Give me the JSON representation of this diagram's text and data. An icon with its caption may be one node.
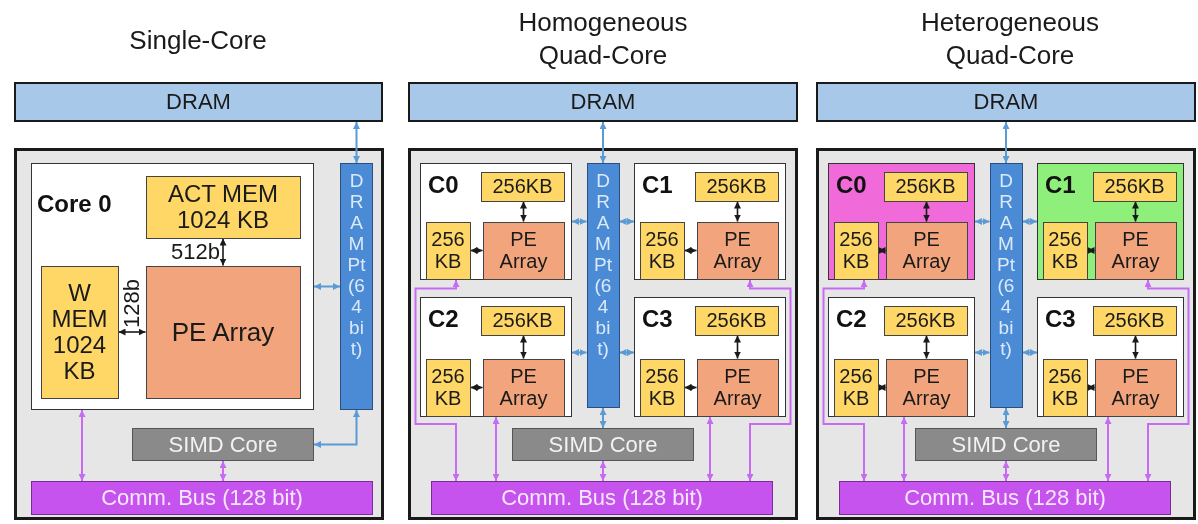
{
  "diagram": {
    "nodes": [
      {
        "text": [
          "DRAM"
        ]
      },
      {
        "text": [],
        "shape": "box"
      },
      {
        "text": [
          "Core 0"
        ],
        "in": 1
      },
      {
        "text": [
          "ACT MEM 1024 KB"
        ],
        "in": 2
      },
      {
        "text": [
          "W MEM 1024 KB"
        ],
        "in": 2
      },
      {
        "text": [
          "PE Array"
        ],
        "in": 2
      },
      {
        "text": [
          "DRAM Pt (64 bit)"
        ],
        "in": 1
      },
      {
        "text": [
          "SIMD Core"
        ],
        "in": 1
      },
      {
        "text": [
          "Comm. Bus (128 bit)"
        ],
        "in": 1
      },
      {
        "text": [
          "DRAM"
        ]
      },
      {
        "text": [],
        "shape": "box"
      },
      {
        "text": [
          "DRAM Pt (64 bit)"
        ],
        "in": 10
      },
      {
        "text": [
          "C0"
        ],
        "in": 10
      },
      {
        "text": [
          "256KB"
        ],
        "in": 12
      },
      {
        "text": [
          "256 KB"
        ],
        "in": 12
      },
      {
        "text": [
          "PE Array"
        ],
        "in": 12
      },
      {
        "text": [
          "C1"
        ],
        "in": 10
      },
      {
        "text": [
          "256KB"
        ],
        "in": 16
      },
      {
        "text": [
          "256 KB"
        ],
        "in": 16
      },
      {
        "text": [
          "PE Array"
        ],
        "in": 16
      },
      {
        "text": [
          "C2"
        ],
        "in": 10
      },
      {
        "text": [
          "256KB"
        ],
        "in": 20
      },
      {
        "text": [
          "256 KB"
        ],
        "in": 20
      },
      {
        "text": [
          "PE Array"
        ],
        "in": 20
      },
      {
        "text": [
          "C3"
        ],
        "in": 10
      },
      {
        "text": [
          "256KB"
        ],
        "in": 24
      },
      {
        "text": [
          "256 KB"
        ],
        "in": 24
      },
      {
        "text": [
          "PE Array"
        ],
        "in": 24
      },
      {
        "text": [
          "SIMD Core"
        ],
        "in": 10
      },
      {
        "text": [
          "Comm. Bus (128 bit)"
        ],
        "in": 10
      },
      {
        "text": [
          "DRAM"
        ]
      },
      {
        "text": [],
        "shape": "box"
      },
      {
        "text": [
          "DRAM Pt (64 bit)"
        ],
        "in": 31
      },
      {
        "text": [
          "C0"
        ],
        "in": 31
      },
      {
        "text": [
          "256KB"
        ],
        "in": 33
      },
      {
        "text": [
          "256 KB"
        ],
        "in": 33
      },
      {
        "text": [
          "PE Array"
        ],
        "in": 33
      },
      {
        "text": [
          "C1"
        ],
        "in": 31
      },
      {
        "text": [
          "256KB"
        ],
        "in": 37
      },
      {
        "text": [
          "256 KB"
        ],
        "in": 37
      },
      {
        "text": [
          "PE Array"
        ],
        "in": 37
      },
      {
        "text": [
          "C2"
        ],
        "in": 31
      },
      {
        "text": [
          "256KB"
        ],
        "in": 41
      },
      {
        "text": [
          "256 KB"
        ],
        "in": 41
      },
      {
        "text": [
          "PE Array"
        ],
        "in": 41
      },
      {
        "text": [
          "C3"
        ],
        "in": 31
      },
      {
        "text": [
          "256KB"
        ],
        "in": 45
      },
      {
        "text": [
          "256 KB"
        ],
        "in": 45
      },
      {
        "text": [
          "PE Array"
        ],
        "in": 45
      },
      {
        "text": [
          "SIMD Core"
        ],
        "in": 31
      },
      {
        "text": [
          "Comm. Bus (128 bit)"
        ],
        "in": 31
      }
    ],
    "edges": [
      {
        "from": 0,
        "to": 6,
        "arrow": "both",
        "color": "#5b9bd5"
      },
      {
        "from": 3,
        "to": 5,
        "arrow": "both",
        "label": "512b"
      },
      {
        "from": 4,
        "to": 5,
        "arrow": "both",
        "label": "128b"
      },
      {
        "from": 2,
        "to": 6,
        "arrow": "both",
        "color": "#5b9bd5"
      },
      {
        "from": 6,
        "to": 7,
        "arrow": "both",
        "color": "#5b9bd5"
      },
      {
        "from": 2,
        "to": 8,
        "arrow": "both",
        "color": "#c76bf5"
      },
      {
        "from": 7,
        "to": 8,
        "arrow": "both",
        "color": "#c76bf5"
      },
      {
        "from": 9,
        "to": 11,
        "arrow": "both",
        "color": "#5b9bd5"
      },
      {
        "from": 13,
        "to": 15,
        "arrow": "both"
      },
      {
        "from": 14,
        "to": 15,
        "arrow": "both"
      },
      {
        "from": 17,
        "to": 19,
        "arrow": "both"
      },
      {
        "from": 18,
        "to": 19,
        "arrow": "both"
      },
      {
        "from": 21,
        "to": 23,
        "arrow": "both"
      },
      {
        "from": 22,
        "to": 23,
        "arrow": "both"
      },
      {
        "from": 25,
        "to": 27,
        "arrow": "both"
      },
      {
        "from": 26,
        "to": 27,
        "arrow": "both"
      },
      {
        "from": 12,
        "to": 11,
        "arrow": "both",
        "color": "#5b9bd5"
      },
      {
        "from": 16,
        "to": 11,
        "arrow": "both",
        "color": "#5b9bd5"
      },
      {
        "from": 20,
        "to": 11,
        "arrow": "both",
        "color": "#5b9bd5"
      },
      {
        "from": 24,
        "to": 11,
        "arrow": "both",
        "color": "#5b9bd5"
      },
      {
        "from": 11,
        "to": 28,
        "arrow": "both",
        "color": "#5b9bd5"
      },
      {
        "from": 12,
        "to": 29,
        "arrow": "both",
        "color": "#c76bf5"
      },
      {
        "from": 16,
        "to": 29,
        "arrow": "both",
        "color": "#c76bf5"
      },
      {
        "from": 20,
        "to": 29,
        "arrow": "both",
        "color": "#c76bf5"
      },
      {
        "from": 24,
        "to": 29,
        "arrow": "both",
        "color": "#c76bf5"
      },
      {
        "from": 28,
        "to": 29,
        "arrow": "both",
        "color": "#c76bf5"
      },
      {
        "from": 30,
        "to": 32,
        "arrow": "both",
        "color": "#5b9bd5"
      },
      {
        "from": 34,
        "to": 36,
        "arrow": "both"
      },
      {
        "from": 35,
        "to": 36,
        "arrow": "both"
      },
      {
        "from": 38,
        "to": 40,
        "arrow": "both"
      },
      {
        "from": 39,
        "to": 40,
        "arrow": "both"
      },
      {
        "from": 42,
        "to": 44,
        "arrow": "both"
      },
      {
        "from": 43,
        "to": 44,
        "arrow": "both"
      },
      {
        "from": 46,
        "to": 48,
        "arrow": "both"
      },
      {
        "from": 47,
        "to": 48,
        "arrow": "both"
      },
      {
        "from": 33,
        "to": 32,
        "arrow": "both",
        "color": "#5b9bd5"
      },
      {
        "from": 37,
        "to": 32,
        "arrow": "both",
        "color": "#5b9bd5"
      },
      {
        "from": 41,
        "to": 32,
        "arrow": "both",
        "color": "#5b9bd5"
      },
      {
        "from": 45,
        "to": 32,
        "arrow": "both",
        "color": "#5b9bd5"
      },
      {
        "from": 32,
        "to": 49,
        "arrow": "both",
        "color": "#5b9bd5"
      },
      {
        "from": 33,
        "to": 50,
        "arrow": "both",
        "color": "#c76bf5"
      },
      {
        "from": 37,
        "to": 50,
        "arrow": "both",
        "color": "#c76bf5"
      },
      {
        "from": 41,
        "to": 50,
        "arrow": "both",
        "color": "#c76bf5"
      },
      {
        "from": 45,
        "to": 50,
        "arrow": "both",
        "color": "#c76bf5"
      },
      {
        "from": 49,
        "to": 50,
        "arrow": "both",
        "color": "#c76bf5"
      }
    ],
    "labels": [
      "Single-Core",
      "Homogeneous Quad-Core",
      "Heterogeneous Quad-Core"
    ]
  }
}
